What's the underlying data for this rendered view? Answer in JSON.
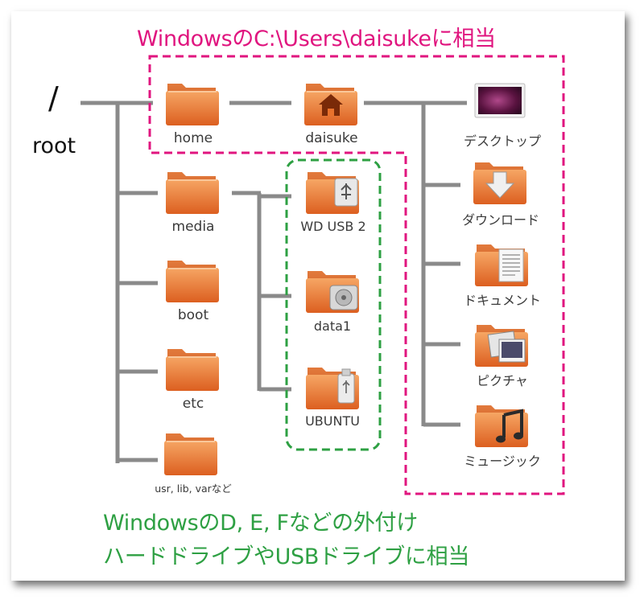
{
  "root": {
    "slash": "/",
    "label": "root"
  },
  "annotations": {
    "top": "WindowsのC:\\Users\\daisukeに相当",
    "bottom_line1": "WindowsのD, E, Fなどの外付け",
    "bottom_line2": "ハードドライブやUSBドライブに相当"
  },
  "folders": {
    "home": "home",
    "daisuke": "daisuke",
    "media": "media",
    "boot": "boot",
    "etc": "etc",
    "usr": "usr, lib, varなど",
    "wdusb": "WD USB 2",
    "data1": "data1",
    "ubuntu": "UBUNTU",
    "desktop": "デスクトップ",
    "download": "ダウンロード",
    "document": "ドキュメント",
    "picture": "ピクチャ",
    "music": "ミュージック"
  },
  "colors": {
    "folder": "#e8722c",
    "folder_light": "#f5a86a",
    "tree_line": "#8a8a8a",
    "user_box": "#e0157f",
    "media_box": "#2ea043"
  }
}
